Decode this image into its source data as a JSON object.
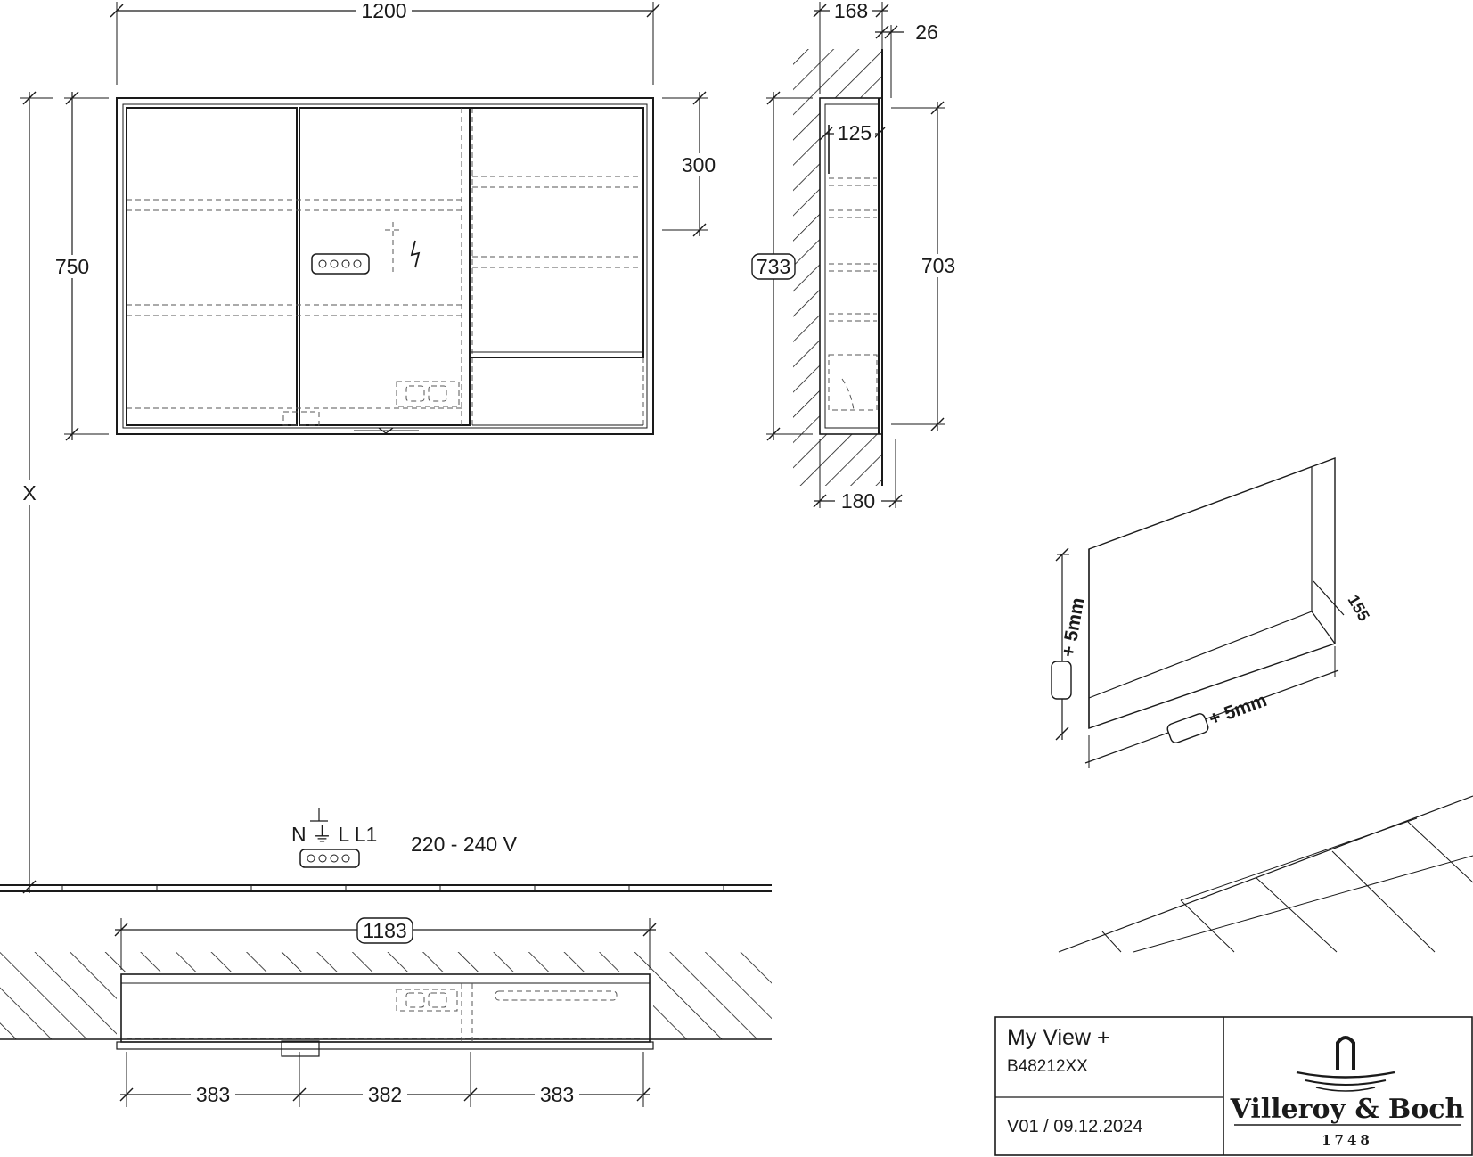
{
  "front_view": {
    "width_label": "1200",
    "height_label": "750",
    "shelf_offset_label": "300",
    "mount_height_label": "X"
  },
  "side_view": {
    "depth_label": "168",
    "frame_label": "26",
    "inner_depth_label": "125",
    "height_boxed_label": "733",
    "inner_height_label": "703",
    "bottom_depth_label": "180"
  },
  "niche_view": {
    "height_tolerance_label": "+ 5mm",
    "width_tolerance_label": "+ 5mm",
    "depth_label": "155"
  },
  "electrical": {
    "terminals_label": "N ⏚ L L1",
    "voltage_label": "220 - 240 V"
  },
  "top_view": {
    "width_boxed_label": "1183",
    "segment_labels": [
      "383",
      "382",
      "383"
    ]
  },
  "title_block": {
    "product_name": "My View +",
    "article_number": "B48212XX",
    "revision": "V01 / 09.12.2024",
    "brand": "Villeroy & Boch",
    "brand_year": "1748"
  },
  "icons": [
    "hatch-wall-pattern",
    "terminal-block-icon",
    "lightning-icon",
    "ground-symbol-icon",
    "faucet-logo-icon"
  ]
}
